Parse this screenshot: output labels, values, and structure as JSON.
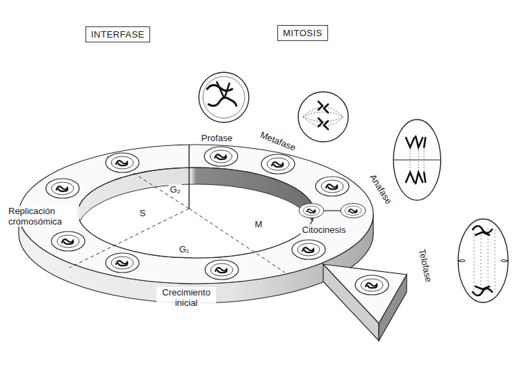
{
  "diagram": {
    "nodes": [
      {
        "text": [
          "INTERFASE"
        ]
      },
      {
        "text": [
          "MITOSIS"
        ]
      }
    ],
    "labels": [
      "Profase",
      "Metafase",
      "Anafase",
      "Telofase",
      "G₂",
      "S",
      "M",
      "Replicación cromosómica",
      "Citocinesis",
      "G₁",
      "Crecimiento inicial"
    ]
  }
}
